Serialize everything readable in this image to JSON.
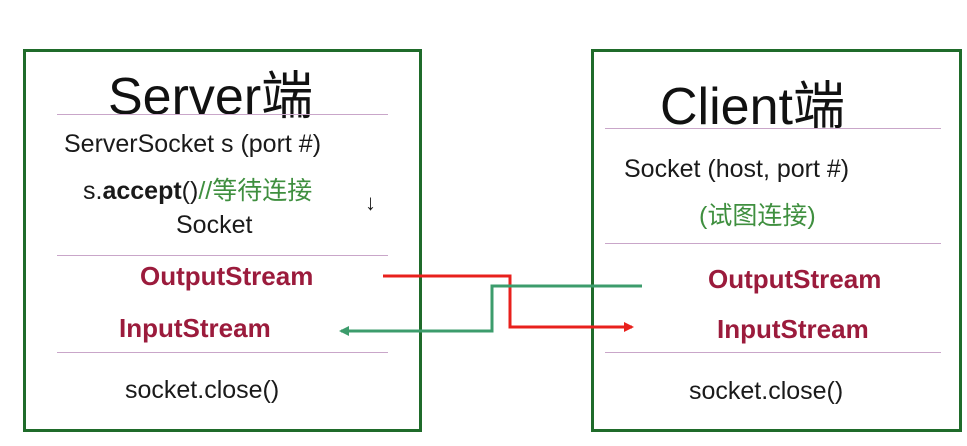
{
  "server": {
    "title": "Server端",
    "serversocket": "ServerSocket s (port #)",
    "accept_prefix": "s.",
    "accept_method": "accept",
    "accept_suffix": "()",
    "accept_comment": "//等待连接",
    "down_arrow": "↓",
    "socket": "Socket",
    "output_stream": "OutputStream",
    "input_stream": "InputStream",
    "close": "socket.close()"
  },
  "client": {
    "title": "Client端",
    "socket": "Socket  (host, port #)",
    "try_connect": "(试图连接)",
    "output_stream": "OutputStream",
    "input_stream": "InputStream",
    "close": "socket.close()"
  },
  "colors": {
    "box_border": "#1f6b2a",
    "divider": "#c9a6c9",
    "stream_text": "#9b1b3c",
    "comment_green": "#3f8f3f",
    "arrow_red": "#e8201c",
    "arrow_green": "#3c9c6c"
  }
}
